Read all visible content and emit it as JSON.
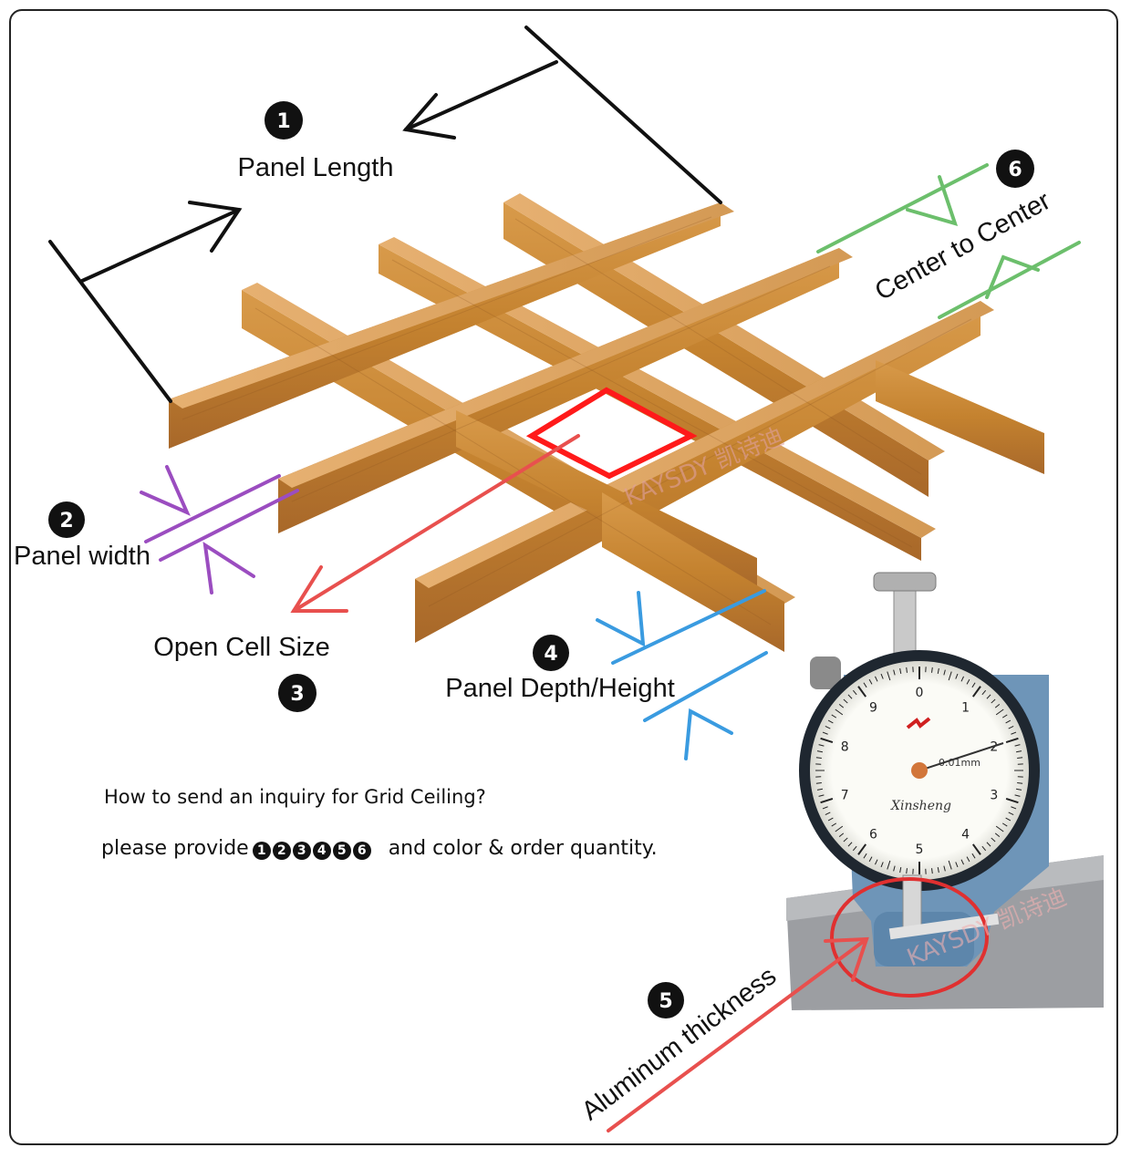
{
  "labels": {
    "panel_length": "Panel Length",
    "panel_width": "Panel width",
    "open_cell": "Open Cell Size",
    "panel_depth": "Panel Depth/Height",
    "aluminum": "Aluminum thickness",
    "center": "Center to Center"
  },
  "numbers": {
    "n1": "1",
    "n2": "2",
    "n3": "3",
    "n4": "4",
    "n5": "5",
    "n6": "6"
  },
  "inquiry": {
    "line1": "How to send an inquiry for Grid Ceiling?",
    "line2_prefix": "please provide",
    "badges": [
      "1",
      "2",
      "3",
      "4",
      "5",
      "6"
    ],
    "line2_suffix": "and color & order quantity."
  },
  "gauge": {
    "brand": "Xinsheng",
    "unit": "0.01mm",
    "dial_numbers": [
      "0",
      "1",
      "2",
      "3",
      "4",
      "5",
      "6",
      "7",
      "8",
      "9"
    ]
  },
  "watermark": "KAYSDY 凯诗迪",
  "colors": {
    "wood": "#c98a3a",
    "wood_dark": "#9a5f22",
    "purple": "#9b4dc0",
    "blue": "#3a9be0",
    "green": "#6cbf6c",
    "red": "#e8504e",
    "cell_red": "#ff1a1a"
  }
}
